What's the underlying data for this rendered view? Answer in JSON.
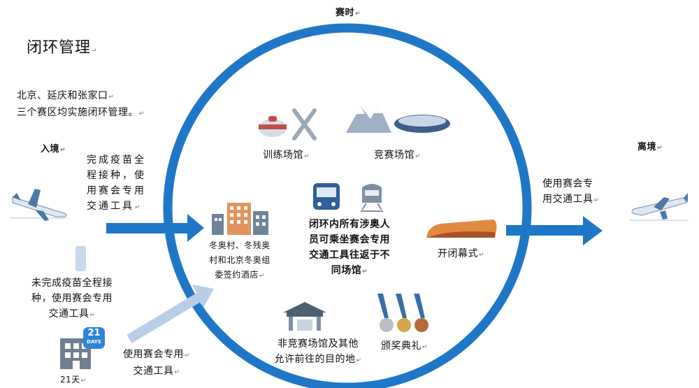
{
  "header": {
    "top_label": "赛时",
    "title": "闭环管理"
  },
  "intro": {
    "line1": "北京、延庆和张家口",
    "line2": "三个赛区均实施闭环管理。"
  },
  "entry": {
    "label": "入境",
    "vaccinated_lines": [
      "完成疫苗全",
      "程接种，使",
      "用赛会专用",
      "交通工具"
    ],
    "unvaccinated_lines": [
      "未完成疫苗全程接",
      "种，使用赛会专用",
      "交通工具"
    ],
    "quarantine_badge": "21",
    "quarantine_badge_sub": "DAYS",
    "quarantine_label": "21天",
    "after_quarantine_lines": [
      "使用赛会专用",
      "交通工具"
    ]
  },
  "loop": {
    "training": "训练场馆",
    "competition": "竞赛场馆",
    "village_lines": [
      "冬奥村、冬残奥",
      "村和北京冬奥组",
      "委签约酒店"
    ],
    "center_lines": [
      "闭环内所有涉奥人",
      "员可乘坐赛会专用",
      "交通工具往返于不",
      "同场馆"
    ],
    "ceremony": "开闭幕式",
    "non_competition_lines": [
      "非竞赛场馆及其他",
      "允许前往的目的地"
    ],
    "medal": "颁奖典礼"
  },
  "exit": {
    "label": "离境",
    "transport_lines": [
      "使用赛会专",
      "用交通工具"
    ]
  },
  "colors": {
    "ring": "#1f77c8",
    "arrow": "#1f77c8",
    "arrow_light": "#b9cde6",
    "badge": "#2f86d6"
  }
}
